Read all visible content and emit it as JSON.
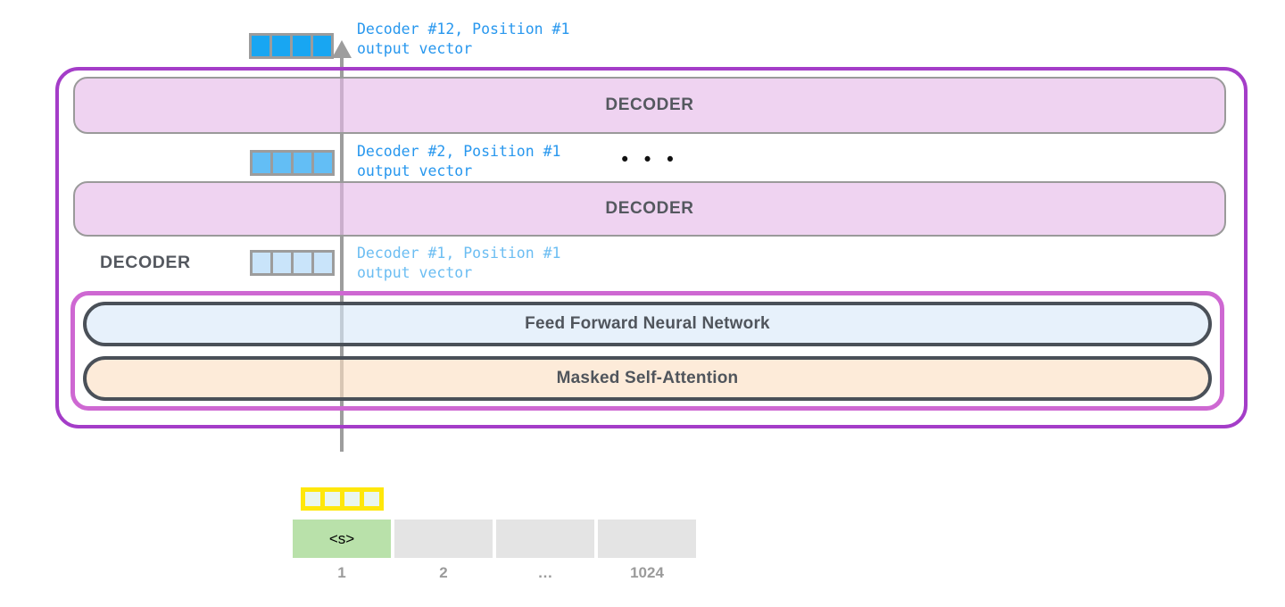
{
  "diagram_title": "gpt2-decoder-stack",
  "stack": {
    "bars": [
      "DECODER",
      "DECODER"
    ],
    "caption": "DECODER",
    "ellipsis": "•••",
    "ffnn_label": "Feed Forward Neural Network",
    "masked_attention_label": "Masked Self-Attention"
  },
  "output_labels": [
    {
      "line1": "Decoder #12, Position #1",
      "line2": "output vector"
    },
    {
      "line1": "Decoder #2, Position #1",
      "line2": "output vector"
    },
    {
      "line1": "Decoder #1, Position #1",
      "line2": "output vector"
    }
  ],
  "tokens": {
    "cells": [
      "<s>",
      "",
      "",
      ""
    ],
    "positions": [
      "1",
      "2",
      "…",
      "1024"
    ]
  },
  "palette": {
    "outer_box_border": "#a43dc8",
    "inner_box_border": "#ce68d2",
    "decoder_bar_fill": "#efd3f1",
    "ffnn_fill": "#e7f1fb",
    "masked_fill": "#fdebd9",
    "pill_border": "#4a5058",
    "vector_top": "#18a6f2",
    "vector_mid": "#63bef5",
    "vector_low": "#c9e4fa",
    "vector_border": "#9c9c9c",
    "label_blue": "#2797ee",
    "label_blue_light": "#6bbdf2",
    "arrow_gray": "#9d9d9d",
    "embed_yellow": "#ffe70a",
    "embed_cell_fill": "#eaf6ee",
    "start_token_green": "#b9e1aa",
    "token_gray": "#e4e4e4",
    "position_label_gray": "#9b9b9b",
    "bar_text": "#54585f"
  }
}
